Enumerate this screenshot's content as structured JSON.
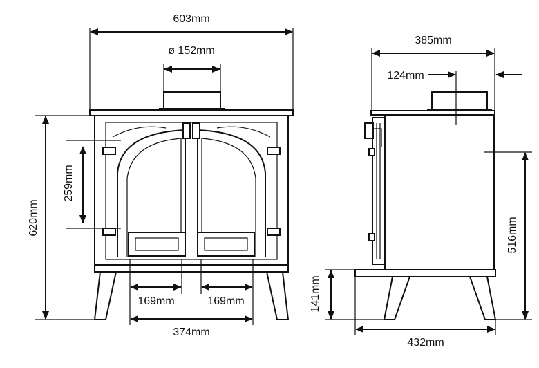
{
  "front_view": {
    "width_label": "603mm",
    "flue_diameter_label": "ø 152mm",
    "height_label": "620mm",
    "fire_opening_height_label": "259mm",
    "left_door_width_label": "169mm",
    "right_door_width_label": "169mm",
    "firebox_width_label": "374mm"
  },
  "side_view": {
    "depth_label": "385mm",
    "flue_offset_label": "124mm",
    "body_height_label": "516mm",
    "leg_height_label": "141mm",
    "base_depth_label": "432mm"
  }
}
